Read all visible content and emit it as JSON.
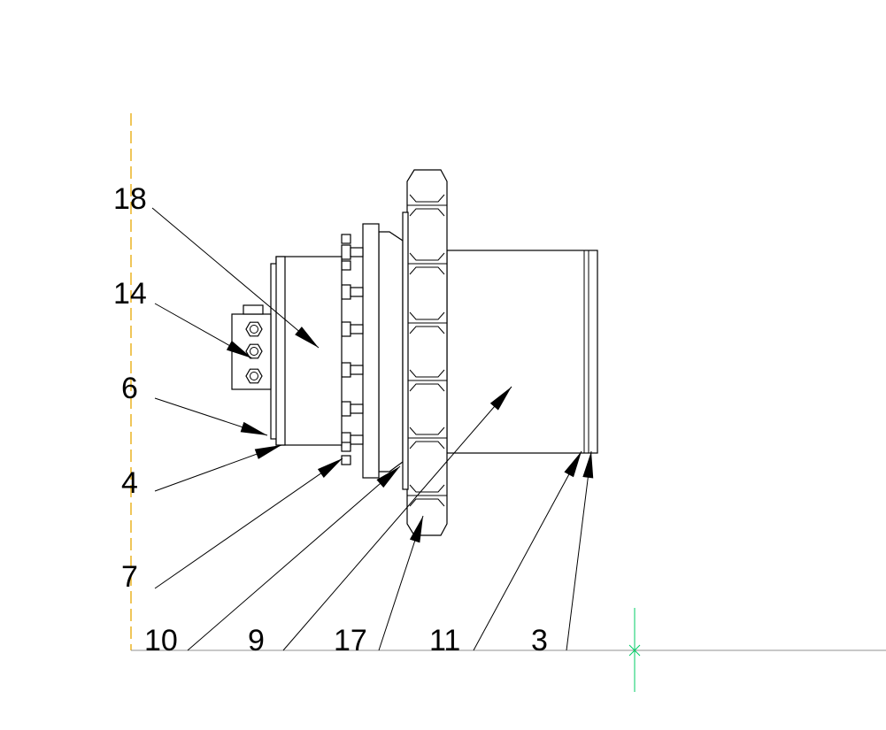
{
  "drawing": {
    "callouts": [
      {
        "id": "18",
        "label": "18"
      },
      {
        "id": "14",
        "label": "14"
      },
      {
        "id": "6",
        "label": "6"
      },
      {
        "id": "4",
        "label": "4"
      },
      {
        "id": "7",
        "label": "7"
      },
      {
        "id": "10",
        "label": "10"
      },
      {
        "id": "9",
        "label": "9"
      },
      {
        "id": "17",
        "label": "17"
      },
      {
        "id": "11",
        "label": "11"
      },
      {
        "id": "3",
        "label": "3"
      }
    ],
    "colors": {
      "centerline": "#e8a800",
      "axis": "#808080",
      "cursor": "#00cc66"
    }
  }
}
